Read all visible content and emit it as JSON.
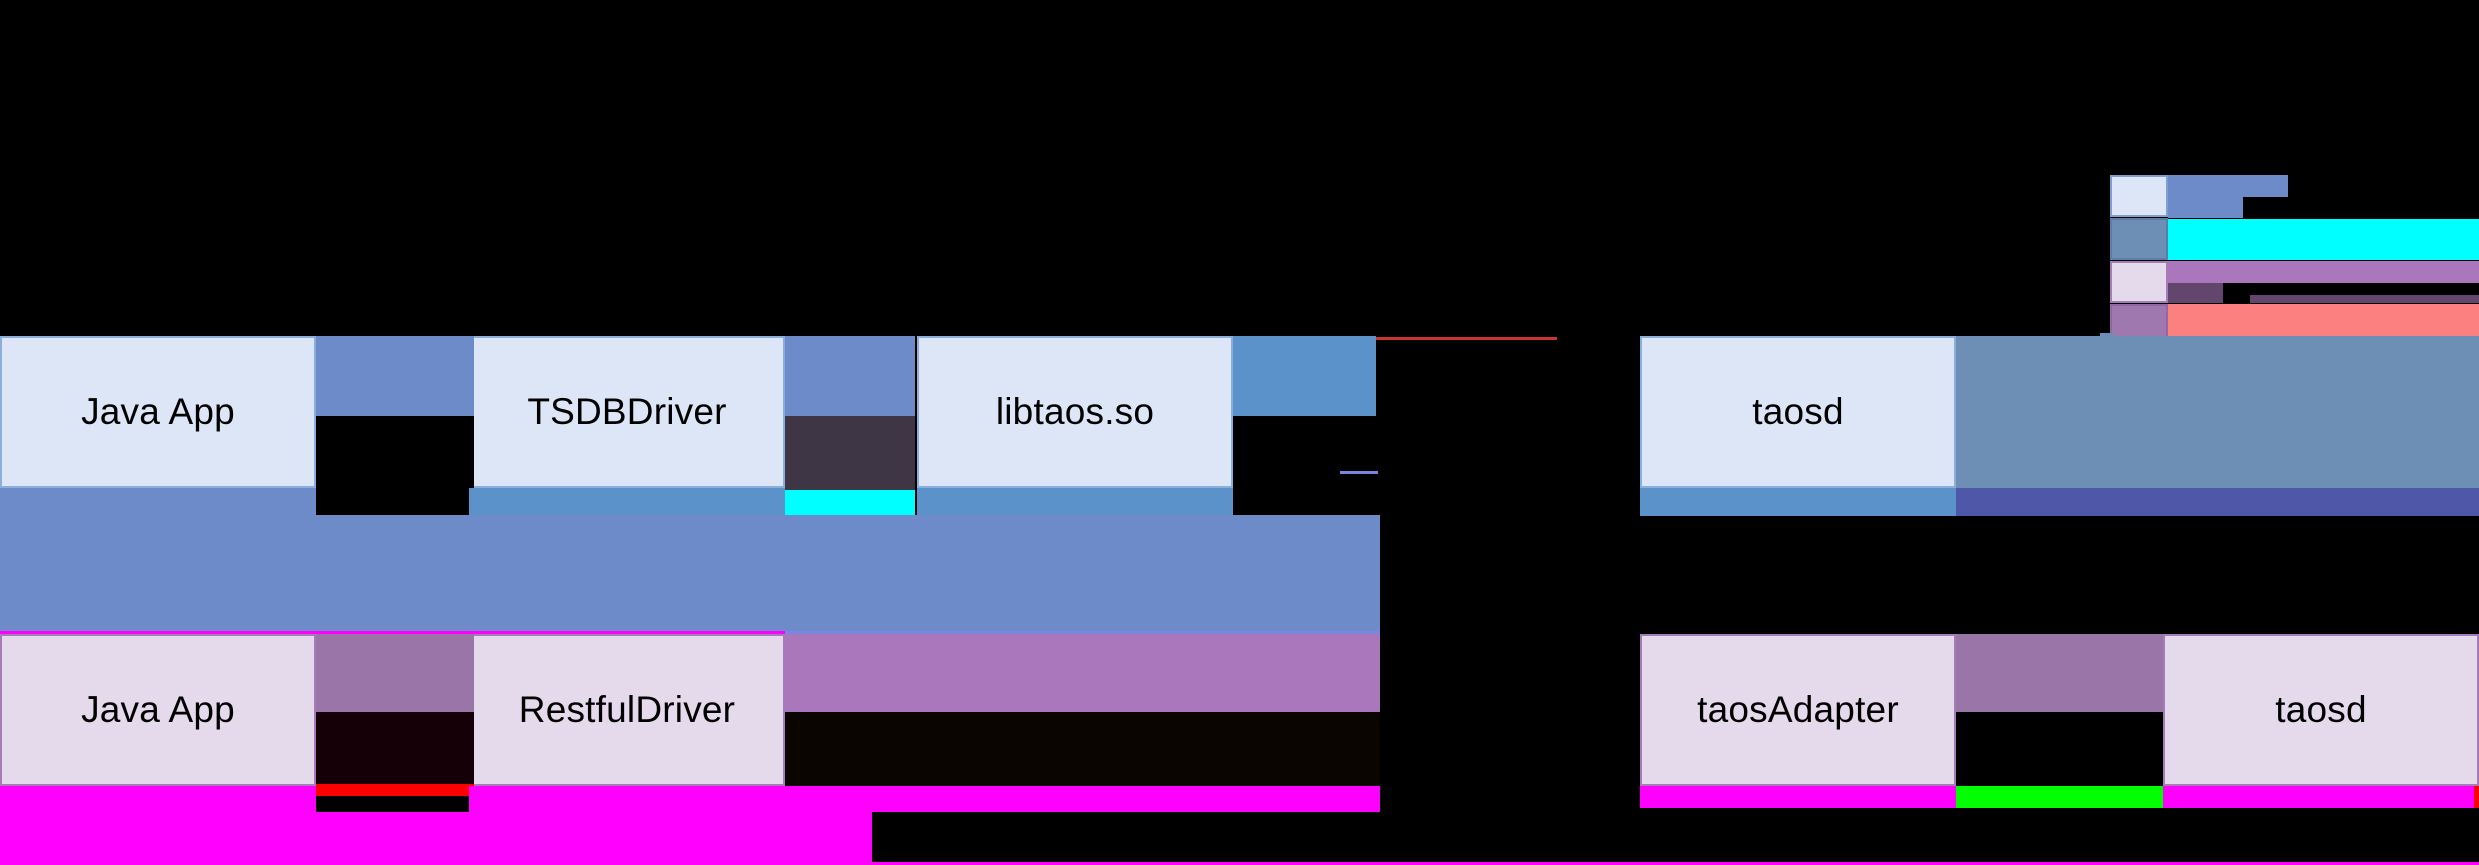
{
  "diagram": {
    "type": "architecture-flow",
    "background_color": "#000000",
    "title": "",
    "rows": [
      {
        "id": "native-connection",
        "nodes": [
          {
            "label": "Java App",
            "style": "native"
          },
          {
            "label": "TSDBDriver",
            "style": "native"
          },
          {
            "label": "libtaos.so",
            "style": "native"
          },
          {
            "label": "taosd",
            "style": "native"
          }
        ]
      },
      {
        "id": "rest-connection",
        "nodes": [
          {
            "label": "Java App",
            "style": "rest"
          },
          {
            "label": "RestfulDriver",
            "style": "rest"
          },
          {
            "label": "taosAdapter",
            "style": "rest"
          },
          {
            "label": "taosd",
            "style": "rest"
          }
        ]
      }
    ]
  },
  "legend": {
    "entries": [
      {
        "swatch_color": "#dce6f7",
        "label": ""
      },
      {
        "swatch_color": "#6e8fb5",
        "label": ""
      },
      {
        "swatch_color": "#e5d8ea",
        "label": ""
      },
      {
        "swatch_color": "#a078b0",
        "label": ""
      }
    ]
  },
  "palette": {
    "native_fill": "#dce6f7",
    "native_border": "#8aaede",
    "rest_fill": "#e5d9ec",
    "rest_border": "#a57cb8",
    "band_blue": "#6d8bc9",
    "band_steel": "#6e8fb5",
    "band_indigo": "#4f57a8",
    "band_purple": "#ab77bc",
    "accent_cyan": "#00ffff",
    "accent_magenta": "#ff00ff",
    "accent_green": "#00ff00",
    "accent_red": "#ff0000",
    "accent_salmon": "#fd8080",
    "background": "#000000"
  }
}
